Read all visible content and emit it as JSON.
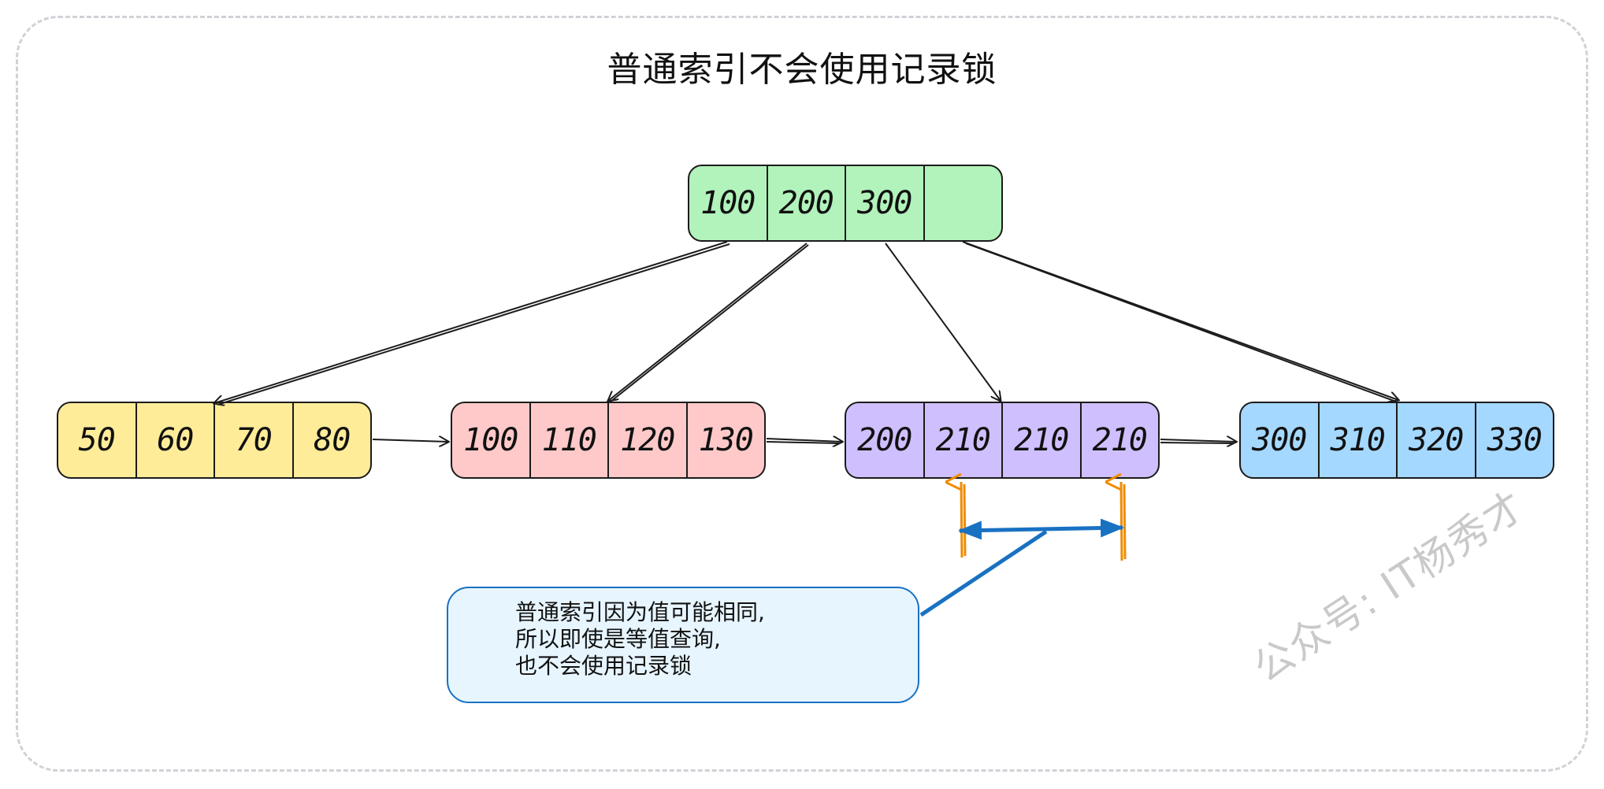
{
  "title": "普通索引不会使用记录锁",
  "root_node": {
    "cells": [
      "100",
      "200",
      "300",
      ""
    ]
  },
  "leaf_nodes": [
    {
      "cells": [
        "50",
        "60",
        "70",
        "80"
      ]
    },
    {
      "cells": [
        "100",
        "110",
        "120",
        "130"
      ]
    },
    {
      "cells": [
        "200",
        "210",
        "210",
        "210"
      ]
    },
    {
      "cells": [
        "300",
        "310",
        "320",
        "330"
      ]
    }
  ],
  "callout": {
    "lines": [
      "普通索引因为值可能相同,",
      "所以即使是等值查询,",
      "也不会使用记录锁"
    ]
  },
  "watermark": "公众号: IT杨秀才",
  "colors": {
    "root": "#b2f2bb",
    "leaf_yellow": "#ffec99",
    "leaf_pink": "#ffc9c9",
    "leaf_purple": "#d0bfff",
    "leaf_blue": "#a5d8ff",
    "highlight_arrow": "#f08c00",
    "range_arrow": "#1971c2"
  }
}
